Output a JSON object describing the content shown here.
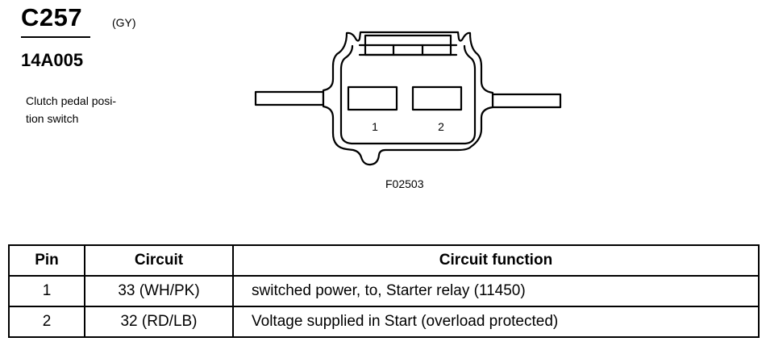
{
  "connector": {
    "id": "C257",
    "color": "(GY)",
    "part_number": "14A005",
    "description_lines": [
      "Clutch pedal posi-",
      "tion switch"
    ]
  },
  "diagram": {
    "figure_id": "F02503",
    "pin_labels": [
      "1",
      "2"
    ]
  },
  "table": {
    "headers": [
      "Pin",
      "Circuit",
      "Circuit function"
    ],
    "rows": [
      {
        "pin": "1",
        "circuit": "33 (WH/PK)",
        "function": "switched power, to, Starter relay (11450)"
      },
      {
        "pin": "2",
        "circuit": "32 (RD/LB)",
        "function": "Voltage supplied in Start (overload protected)"
      }
    ]
  }
}
